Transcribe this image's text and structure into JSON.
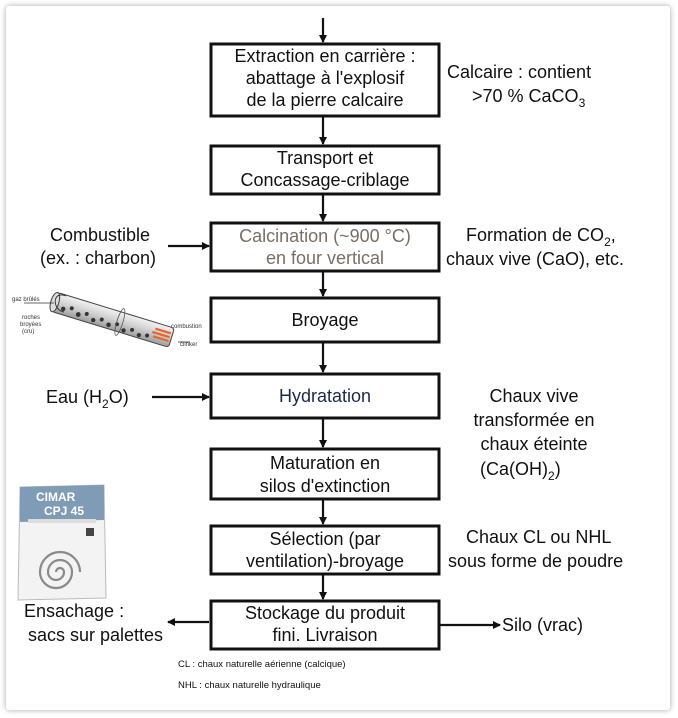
{
  "steps": {
    "extraction": [
      "Extraction en carrière :",
      "abattage à l'explosif",
      "de la pierre calcaire"
    ],
    "transport": [
      "Transport et",
      "Concassage-criblage"
    ],
    "calcination": [
      "Calcination (~900 °C)",
      "en four vertical"
    ],
    "broyage": [
      "Broyage"
    ],
    "hydratation": [
      "Hydratation"
    ],
    "maturation": [
      "Maturation en",
      "silos d'extinction"
    ],
    "selection": [
      "Sélection (par",
      "ventilation)-broyage"
    ],
    "stockage": [
      "Stockage du produit",
      "fini. Livraison"
    ]
  },
  "notes": {
    "calcaire": [
      "Calcaire : contient",
      ">70 % CaCO",
      "3"
    ],
    "formation": [
      "Formation de CO",
      "2",
      ",",
      "chaux vive (CaO), etc."
    ],
    "chaux_vive": [
      "Chaux vive",
      "transformée en",
      "chaux éteinte",
      "(Ca(OH)",
      "2",
      ")"
    ],
    "chaux_cl": [
      "Chaux CL ou NHL",
      "sous forme de poudre"
    ]
  },
  "inputs": {
    "combustible": [
      "Combustible",
      "(ex. : charbon)"
    ],
    "eau": [
      "Eau (H",
      "2",
      "O)"
    ]
  },
  "outputs": {
    "ensachage": [
      "Ensachage :",
      "sacs sur palettes"
    ],
    "silo": "Silo (vrac)"
  },
  "legend": {
    "cl": "CL : chaux naturelle aérienne (calcique)",
    "nhl": "NHL : chaux naturelle hydraulique"
  },
  "kiln": {
    "gaz": "gaz brûlés",
    "roches": [
      "roches",
      "broyées",
      "(cru)"
    ],
    "combustion": "combustion",
    "clinker": "clinker"
  },
  "bag": {
    "brand": "CIMAR",
    "product": "CPJ 45"
  },
  "colors": {
    "box_stroke": "#111111",
    "calcination_text": "#7a6e64",
    "hydratation_text": "#1a2a4a",
    "flame": "#e8642a",
    "bag_blue": "#7f9bb5"
  }
}
